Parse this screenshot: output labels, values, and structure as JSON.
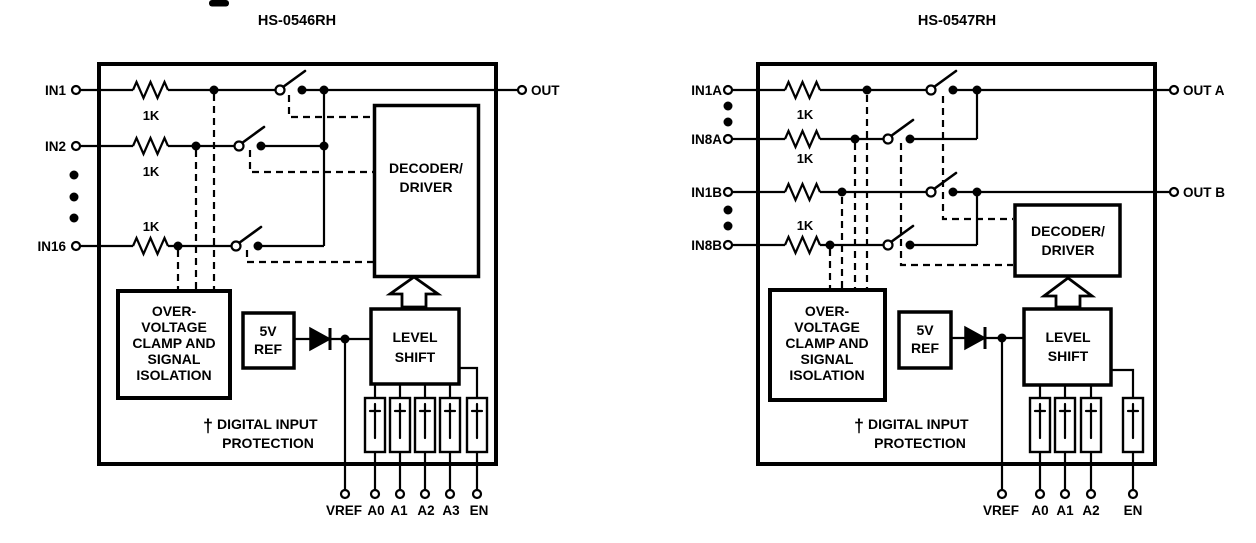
{
  "colors": {
    "ink": "#000000",
    "background": "#ffffff"
  },
  "diagrams": [
    {
      "title": "HS-0546RH",
      "inputs": [
        {
          "label": "IN1"
        },
        {
          "label": "IN2"
        },
        {
          "label": "IN16"
        }
      ],
      "ellipsis_dots": 3,
      "resistors": [
        {
          "label": "1K"
        },
        {
          "label": "1K"
        },
        {
          "label": "1K"
        }
      ],
      "outputs": [
        {
          "label": "OUT"
        }
      ],
      "blocks": {
        "decoder": [
          "DECODER/",
          "DRIVER"
        ],
        "overvoltage": [
          "OVER-",
          "VOLTAGE",
          "CLAMP AND",
          "SIGNAL",
          "ISOLATION"
        ],
        "vref": [
          "5V",
          "REF"
        ],
        "levelshift": [
          "LEVEL",
          "SHIFT"
        ]
      },
      "note": {
        "symbol": "†",
        "lines": [
          "DIGITAL INPUT",
          "PROTECTION"
        ]
      },
      "terminals": [
        {
          "label": "VREF"
        },
        {
          "label": "A0"
        },
        {
          "label": "A1"
        },
        {
          "label": "A2"
        },
        {
          "label": "A3"
        },
        {
          "label": "EN"
        }
      ]
    },
    {
      "title": "HS-0547RH",
      "inputs": [
        {
          "label": "IN1A"
        },
        {
          "label": "IN8A"
        },
        {
          "label": "IN1B"
        },
        {
          "label": "IN8B"
        }
      ],
      "ellipsis_dots": 2,
      "resistors": [
        {
          "label": "1K"
        },
        {
          "label": "1K"
        },
        {
          "label": "1K"
        }
      ],
      "outputs": [
        {
          "label": "OUT A"
        },
        {
          "label": "OUT B"
        }
      ],
      "blocks": {
        "decoder": [
          "DECODER/",
          "DRIVER"
        ],
        "overvoltage": [
          "OVER-",
          "VOLTAGE",
          "CLAMP AND",
          "SIGNAL",
          "ISOLATION"
        ],
        "vref": [
          "5V",
          "REF"
        ],
        "levelshift": [
          "LEVEL",
          "SHIFT"
        ]
      },
      "note": {
        "symbol": "†",
        "lines": [
          "DIGITAL INPUT",
          "PROTECTION"
        ]
      },
      "terminals": [
        {
          "label": "VREF"
        },
        {
          "label": "A0"
        },
        {
          "label": "A1"
        },
        {
          "label": "A2"
        },
        {
          "label": "EN"
        }
      ]
    }
  ]
}
